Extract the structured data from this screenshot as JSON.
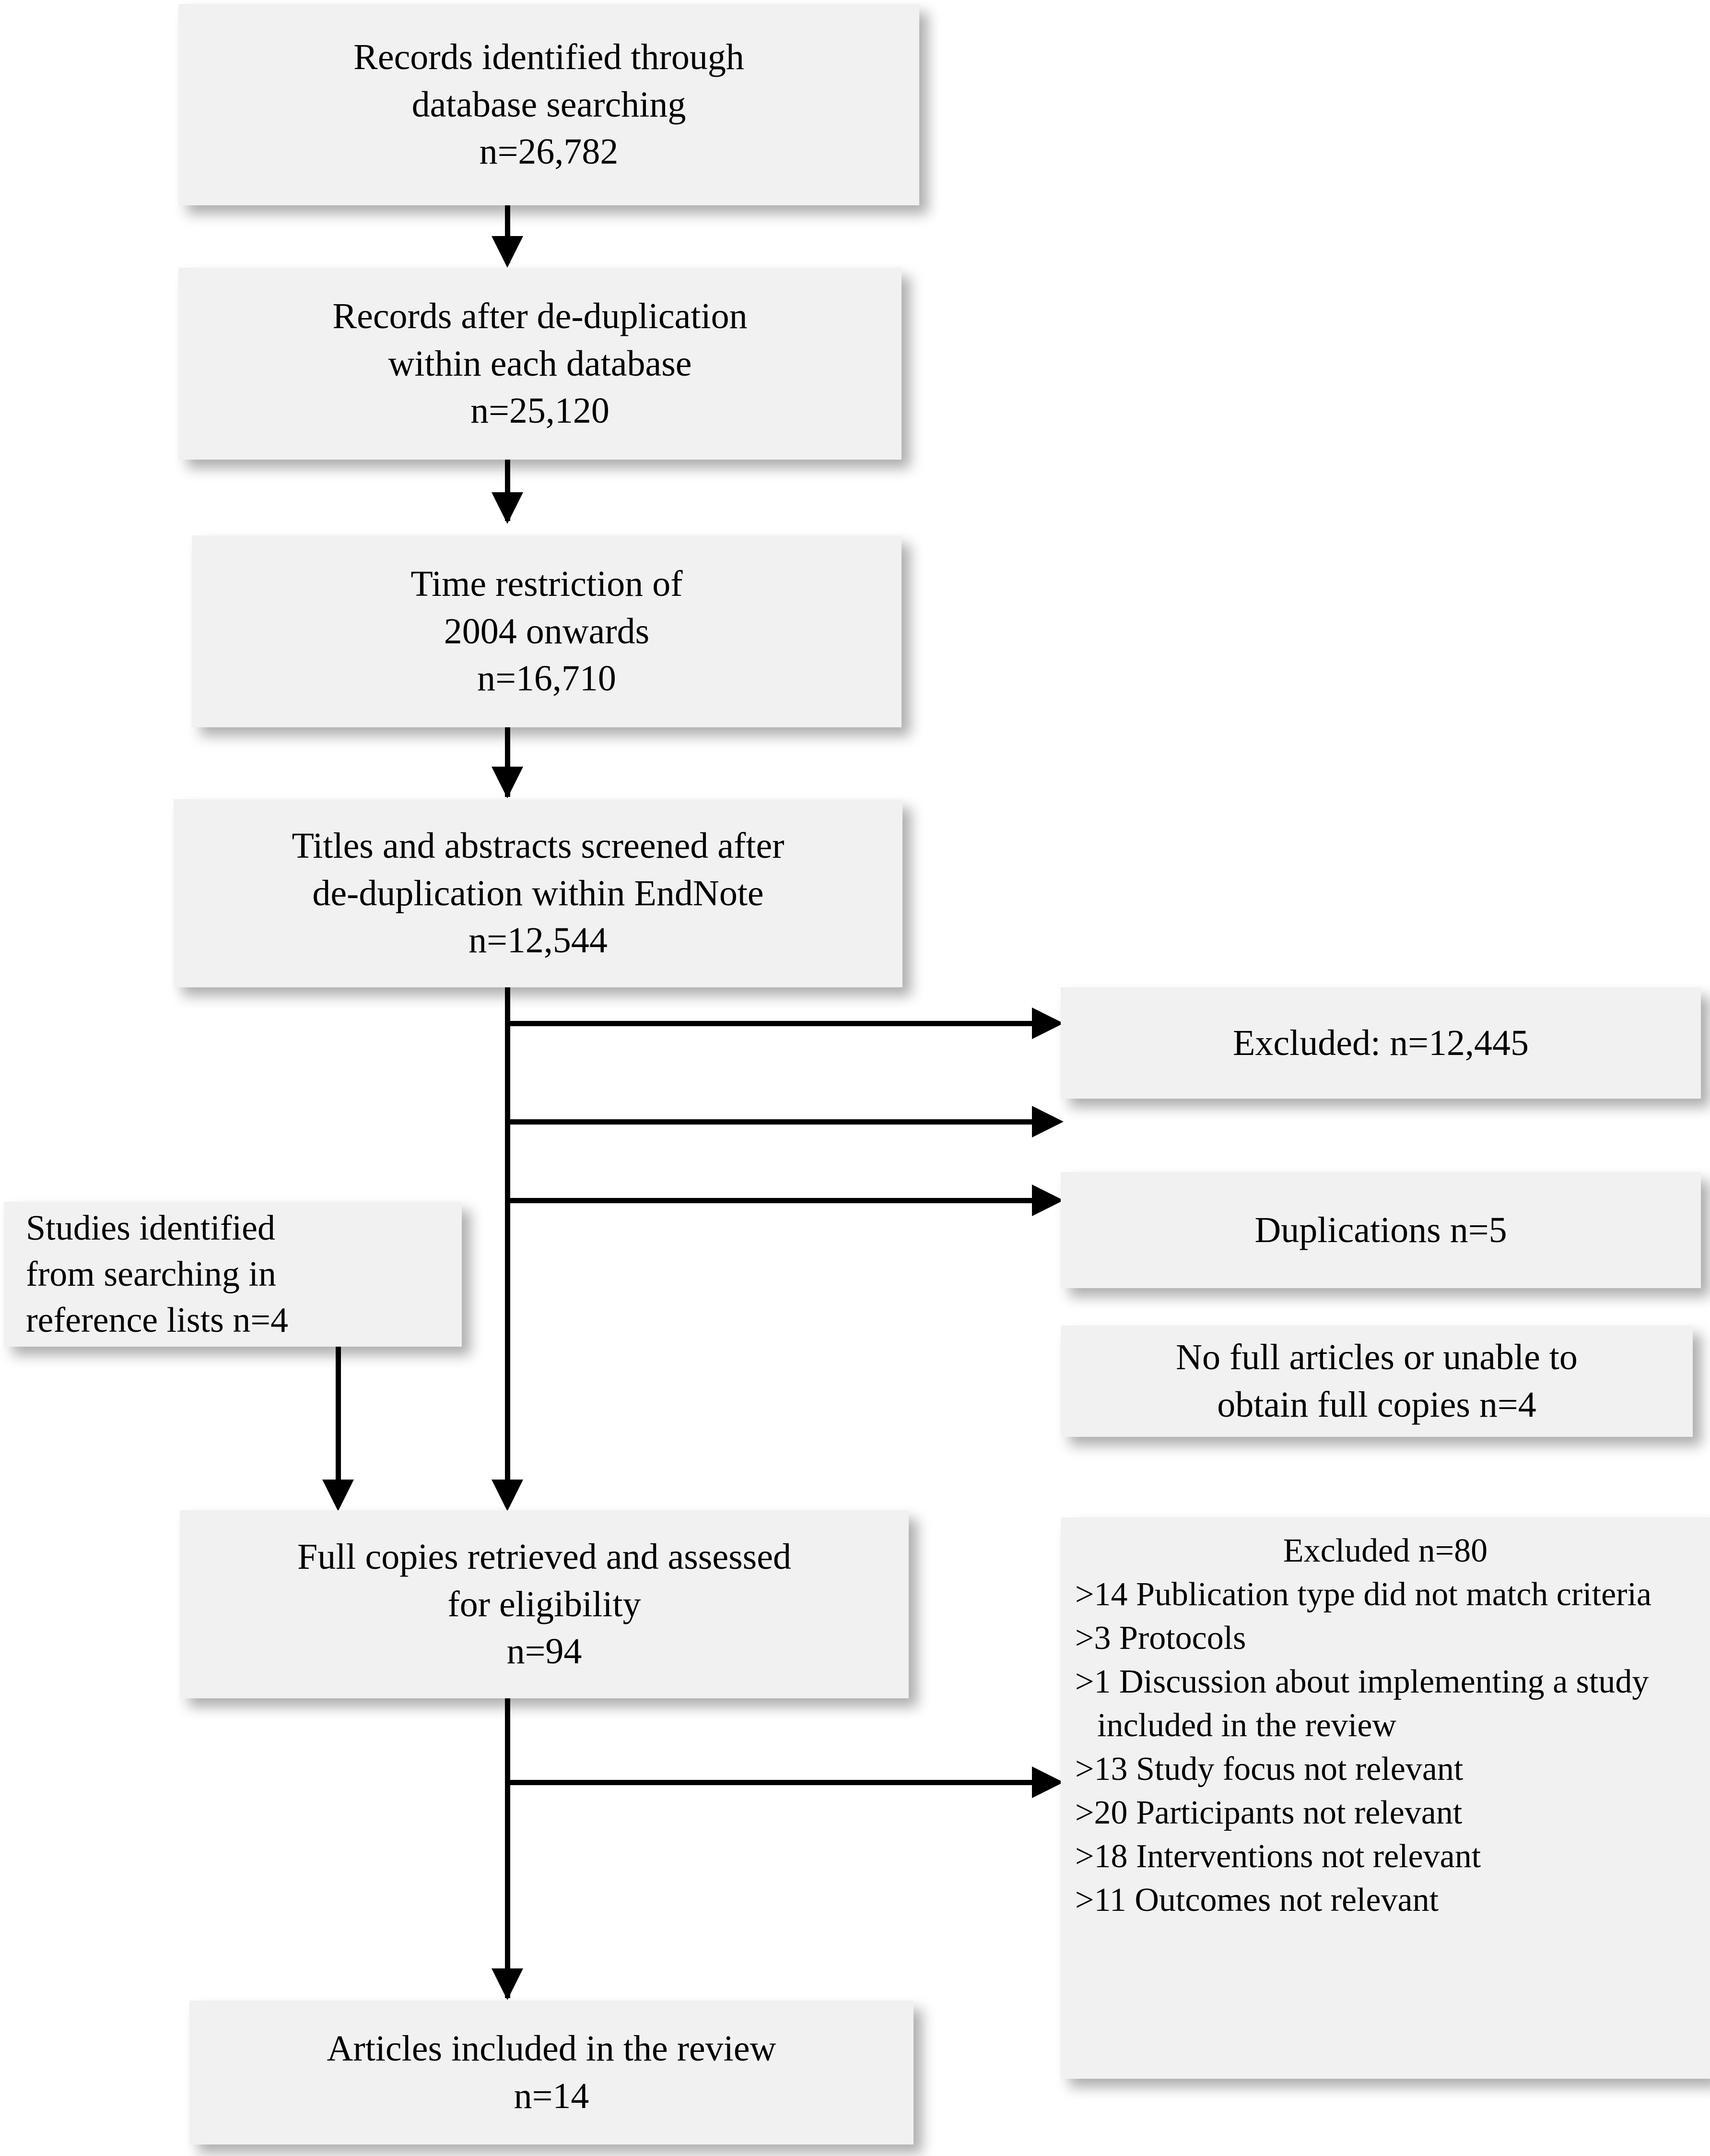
{
  "diagram": {
    "type": "prisma-flow-diagram",
    "colors": {
      "box_fill": "#f1f1f1",
      "connector": "#000000",
      "text": "#000000",
      "background": "#ffffff"
    },
    "boxes": {
      "records_identified": {
        "lines": [
          "Records identified through",
          "database searching",
          "n=26,782"
        ]
      },
      "records_after_dedup": {
        "lines": [
          "Records after de-duplication",
          "within each database",
          "n=25,120"
        ]
      },
      "time_restriction": {
        "lines": [
          "Time restriction of",
          "2004 onwards",
          "n=16,710"
        ]
      },
      "titles_abstracts_screened": {
        "lines": [
          "Titles and abstracts screened after",
          "de-duplication within EndNote",
          "n=12,544"
        ]
      },
      "studies_from_reference_lists": {
        "lines": [
          "Studies identified",
          "from searching in",
          "reference lists n=4"
        ]
      },
      "full_copies_retrieved": {
        "lines": [
          "Full copies retrieved and assessed",
          "for eligibility",
          "n=94"
        ]
      },
      "articles_included": {
        "lines": [
          "Articles included in the review",
          "n=14"
        ]
      },
      "excluded_screening": {
        "lines": [
          "Excluded: n=12,445"
        ]
      },
      "duplications": {
        "lines": [
          "Duplications n=5"
        ]
      },
      "no_full_articles": {
        "lines": [
          "No full articles or unable to",
          "obtain full copies n=4"
        ]
      },
      "excluded_eligibility": {
        "title": "Excluded n=80",
        "reasons": [
          ">14 Publication type did not match criteria",
          ">3 Protocols",
          ">1 Discussion about implementing a study included in the review",
          ">13 Study focus not relevant",
          ">20 Participants not relevant",
          ">18 Interventions not relevant",
          ">11 Outcomes not relevant"
        ]
      }
    }
  }
}
